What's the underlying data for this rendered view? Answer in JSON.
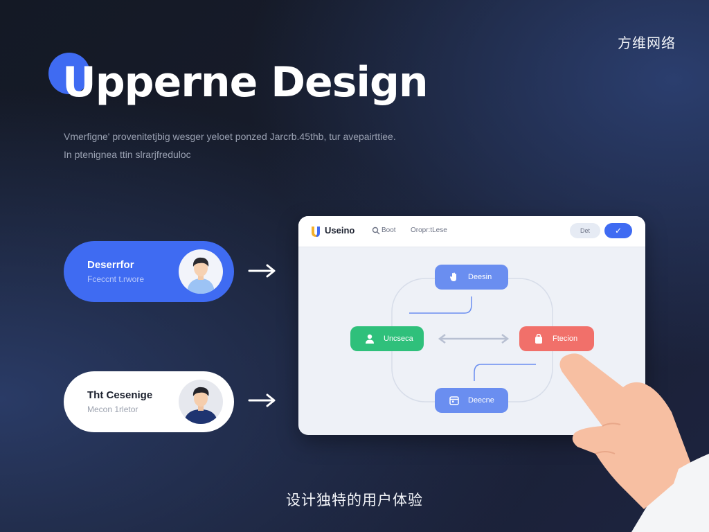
{
  "brand_cn": "方维网络",
  "hero": {
    "title": "Upperne Design",
    "description_line1": "Vmerfigne' provenitetjbig wesger yeloet ponzed Jarcrb.45thb, tur avepairttiee.",
    "description_line2": "In ptenignea ttin slrarjfreduloc"
  },
  "personas": [
    {
      "title": "Deserrfor",
      "subtitle": "Fceccnt t.rwore"
    },
    {
      "title": "Tht Cesenige",
      "subtitle": "Mecon 1rletor"
    }
  ],
  "app": {
    "name": "Useino",
    "nav": [
      "Boot",
      "Oropr:tLese"
    ],
    "secondary_button": "Det",
    "primary_button": "✓",
    "nodes": {
      "top": "Deesin",
      "left": "Uncseca",
      "right": "Ftecion",
      "bottom": "Deecne"
    }
  },
  "caption": "设计独特的用户体验",
  "colors": {
    "accent": "#3f6bf2",
    "node_blue": "#6a8ef0",
    "node_green": "#2fc07b",
    "node_red": "#f1706a"
  }
}
